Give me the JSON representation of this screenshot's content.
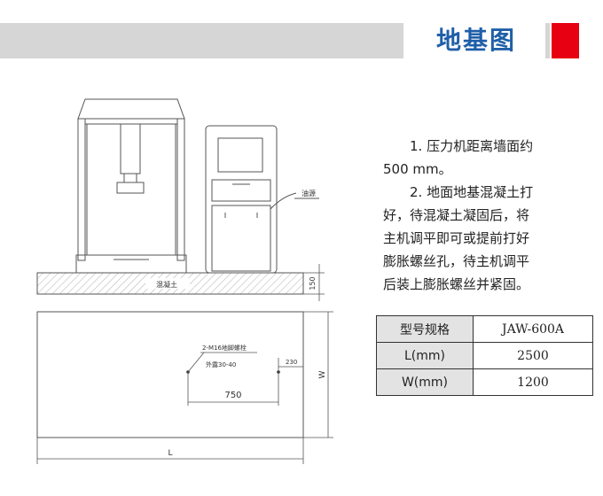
{
  "header": {
    "title": "地基图",
    "bar_color": "#d6d6d6",
    "accent_color": "#e60012",
    "title_color": "#1f5fa8"
  },
  "drawing": {
    "labels": {
      "oil_source": "油源",
      "concrete": "混凝土",
      "thickness": "150",
      "bolts_line1": "2-M16地脚螺栓",
      "bolts_line2": "外露30-40",
      "offset": "230",
      "spacing": "750",
      "width": "W",
      "length": "L"
    }
  },
  "notes": {
    "note1_line1": "1. 压力机距离墙面约",
    "note1_line2": "500 mm。",
    "note2_line1": "2. 地面地基混凝土打",
    "note2_line2": "好，待混凝土凝固后，将",
    "note2_line3": "主机调平即可或提前打好",
    "note2_line4": "膨胀螺丝孔，待主机调平",
    "note2_line5": "后装上膨胀螺丝并紧固。"
  },
  "spec_table": {
    "rows": [
      {
        "label": "型号规格",
        "value": "JAW-600A"
      },
      {
        "label": "L(mm)",
        "value": "2500"
      },
      {
        "label": "W(mm)",
        "value": "1200"
      }
    ]
  }
}
